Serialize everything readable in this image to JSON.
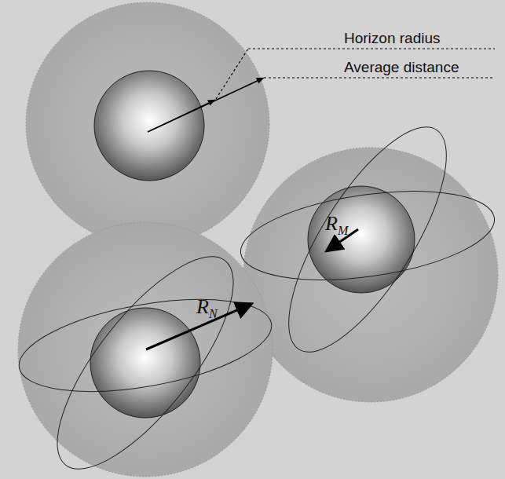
{
  "diagram": {
    "labels": [
      "Horizon radius",
      "Average distance",
      "R",
      "M",
      "R",
      "N"
    ]
  }
}
